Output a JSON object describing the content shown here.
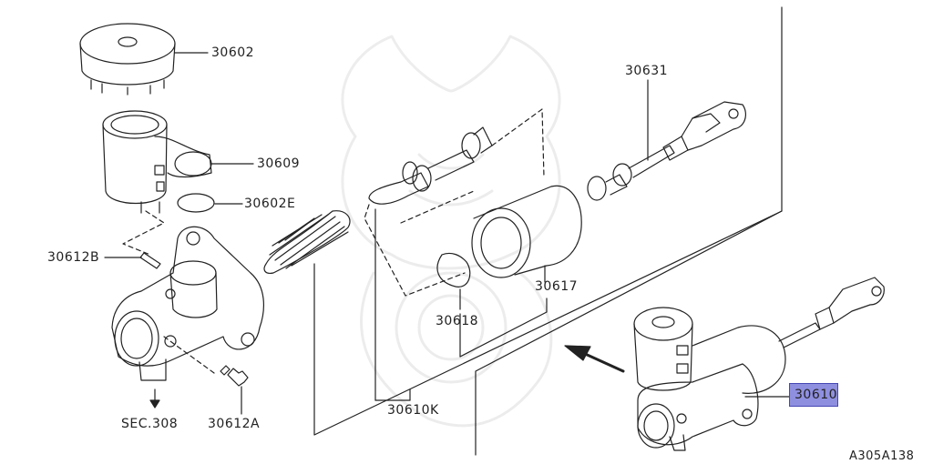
{
  "diagram": {
    "labels": {
      "p30602": "30602",
      "p30609": "30609",
      "p30602E": "30602E",
      "p30612B": "30612B",
      "p30631": "30631",
      "p30617": "30617",
      "p30618": "30618",
      "p30610K": "30610K",
      "p30612A": "30612A",
      "sec308": "SEC.308",
      "p30610": "30610",
      "ref": "A305A138"
    },
    "colors": {
      "line": "#222222",
      "highlight": "#8f8fe0",
      "highlight_border": "#4646b4",
      "watermark": "#000000"
    },
    "highlighted_part": "30610"
  }
}
